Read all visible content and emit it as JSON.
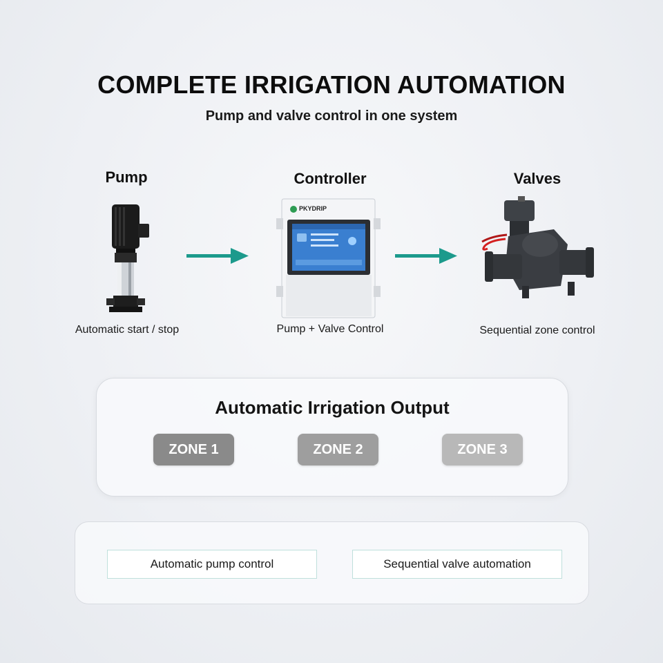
{
  "header": {
    "title": "COMPLETE IRRIGATION AUTOMATION",
    "subtitle": "Pump and valve control in one system"
  },
  "flow": {
    "pump": {
      "heading": "Pump",
      "caption": "Automatic start / stop"
    },
    "controller": {
      "heading": "Controller",
      "caption": "Pump + Valve Control",
      "brand": "PKYDRIP"
    },
    "valves": {
      "heading": "Valves",
      "caption": "Sequential zone control"
    }
  },
  "output": {
    "title": "Automatic Irrigation Output",
    "zones": [
      {
        "label": "ZONE 1",
        "color": "#8a8a8a"
      },
      {
        "label": "ZONE 2",
        "color": "#9e9e9e"
      },
      {
        "label": "ZONE 3",
        "color": "#b8b8b8"
      }
    ]
  },
  "features": [
    {
      "label": "Automatic pump control"
    },
    {
      "label": "Sequential valve automation"
    }
  ],
  "colors": {
    "arrow": "#1c9a8c",
    "accent": "#2e9c53"
  },
  "icons": [
    "pump-icon",
    "controller-icon",
    "valve-icon",
    "arrow-right-icon"
  ]
}
